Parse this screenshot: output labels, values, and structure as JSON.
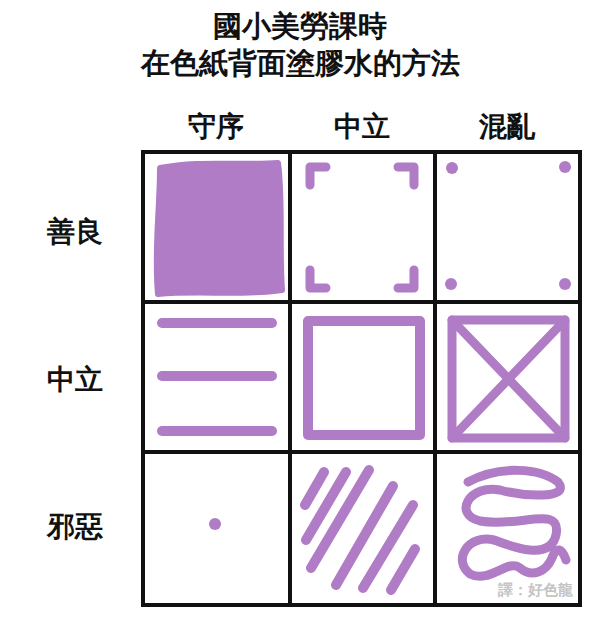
{
  "diagram": {
    "title": "國小美勞課時 在色紙背面塗膠水的方法",
    "labels": [
      "守序",
      "中立",
      "混亂",
      "善良",
      "中立",
      "邪惡",
      "譯：好色龍"
    ]
  }
}
